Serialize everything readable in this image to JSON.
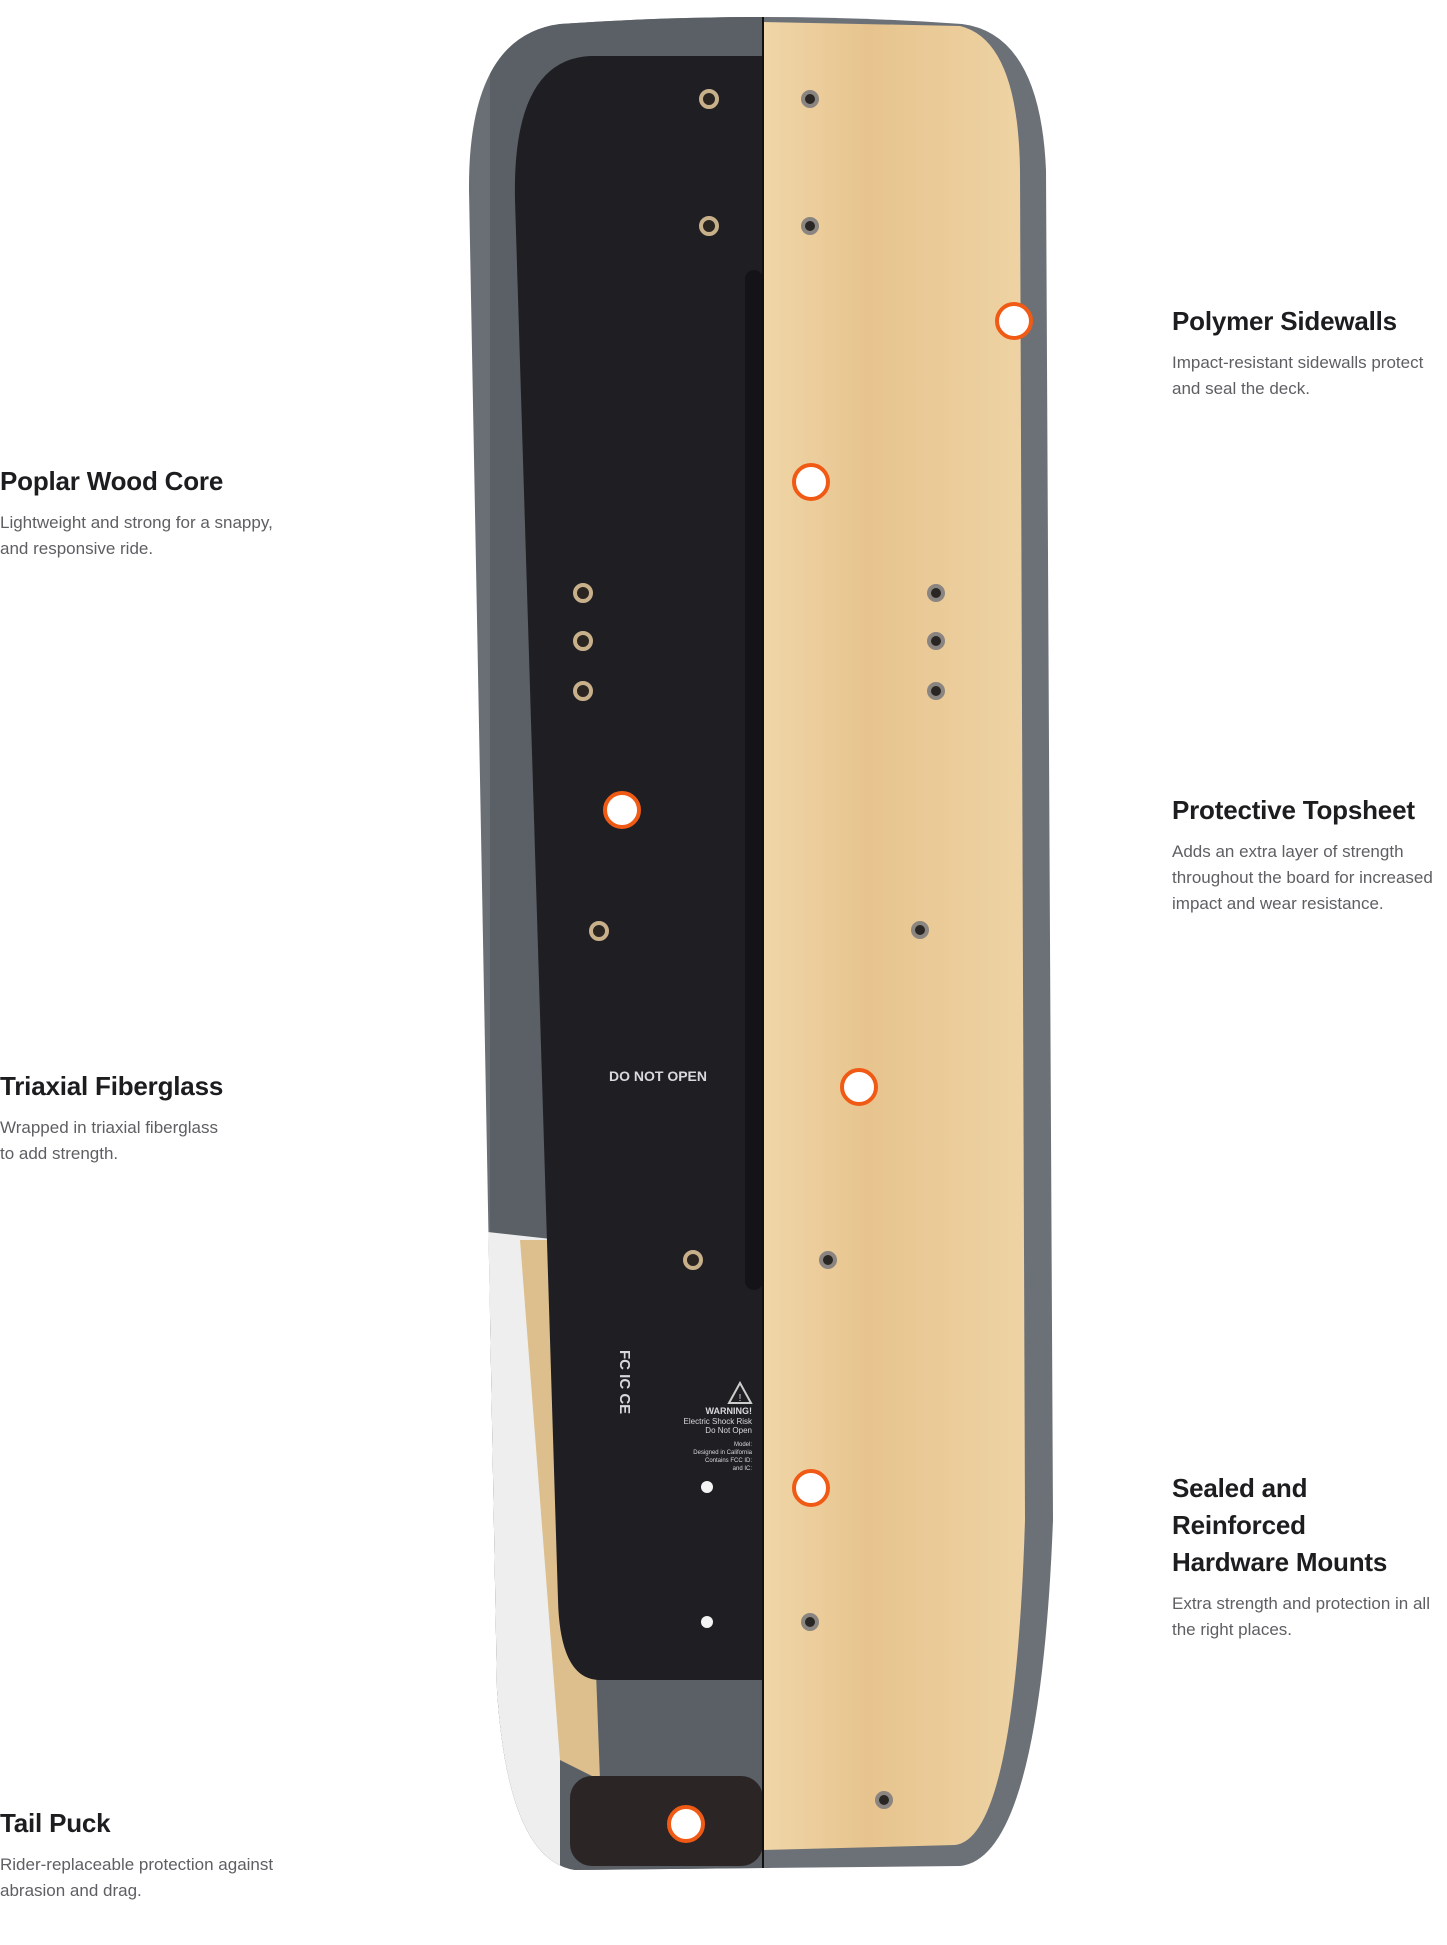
{
  "colors": {
    "accent": "#f2641a",
    "panel": "#1f1e23",
    "wood": "#e6c794",
    "sidewall": "#6c7178"
  },
  "features": [
    {
      "title": "Polymer Sidewalls",
      "lines": [
        "Impact-resistant sidewalls protect",
        "and seal the deck."
      ]
    },
    {
      "title": "Poplar Wood Core",
      "lines": [
        "Lightweight and strong for a snappy,",
        "and responsive ride."
      ]
    },
    {
      "title": "Protective Topsheet",
      "lines": [
        "Adds an extra layer of strength",
        "throughout the board for increased",
        "impact and wear resistance."
      ]
    },
    {
      "title": "Triaxial Fiberglass",
      "lines": [
        "Wrapped in triaxial fiberglass",
        "to add strength."
      ]
    },
    {
      "title_lines": [
        "Sealed and Reinforced",
        "Hardware Mounts"
      ],
      "lines": [
        "Extra strength and protection in all",
        "the right places."
      ]
    },
    {
      "title": "Tail Puck",
      "lines": [
        "Rider-replaceable protection against",
        "abrasion and drag."
      ]
    }
  ],
  "board_text": {
    "do_not_open": "DO NOT OPEN",
    "warning_title": "WARNING!",
    "warning_1": "Electric Shock Risk",
    "warning_2": "Do Not Open",
    "model_1": "Model:",
    "model_2": "Designed in California",
    "model_3": "Contains FCC ID:",
    "model_4": "and IC:",
    "cert_marks": "FC IC CE"
  }
}
